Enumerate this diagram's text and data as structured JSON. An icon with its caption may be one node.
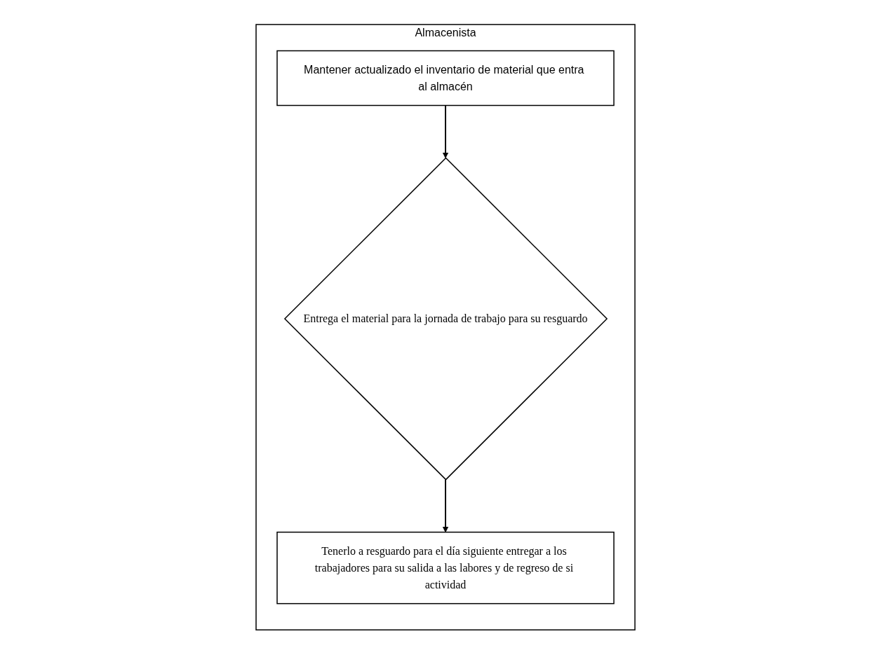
{
  "diagram": {
    "nodes": [
      {
        "text": [
          "Almacenista"
        ]
      },
      {
        "text": [
          "Mantener actualizado el inventario de material que entra al almacén"
        ],
        "in": 0
      },
      {
        "text": [
          "Entrega el material para la jornada de trabajo para su resguardo"
        ],
        "in": 0
      },
      {
        "text": [
          "Tenerlo a resguardo para el día siguiente entregar a los trabajadores para su salida a las labores y de regreso de si actividad"
        ],
        "in": 0
      }
    ],
    "edges": [
      {
        "from": 1,
        "to": 2,
        "arrow": "to"
      },
      {
        "from": 2,
        "to": 3,
        "arrow": "to"
      }
    ]
  }
}
